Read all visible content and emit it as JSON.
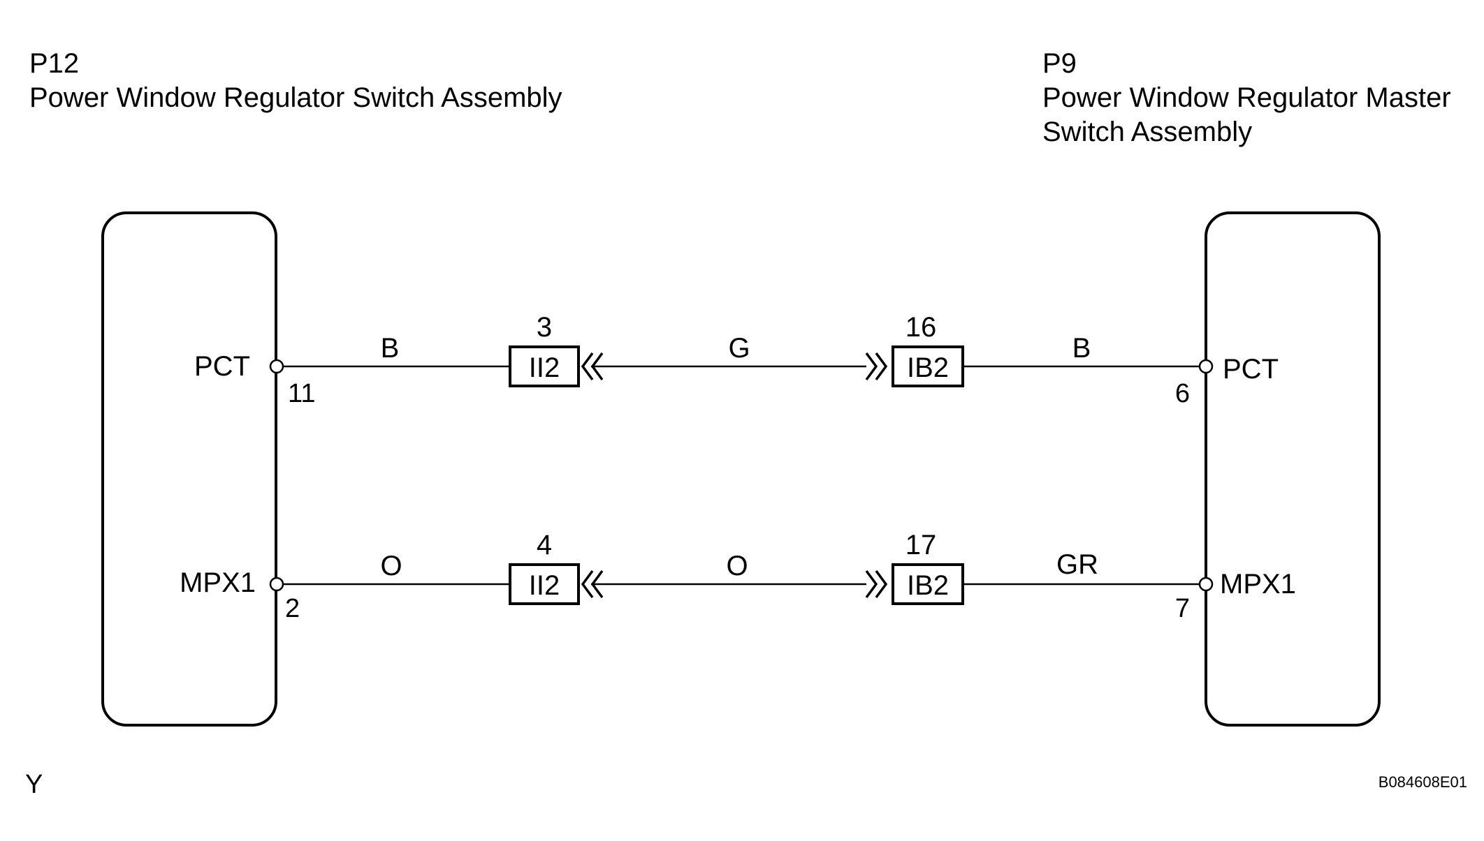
{
  "left_component": {
    "code": "P12",
    "name": "Power Window Regulator Switch Assembly"
  },
  "right_component": {
    "code": "P9",
    "name_line1": "Power Window Regulator Master",
    "name_line2": "Switch Assembly"
  },
  "circuits": [
    {
      "left_terminal": "PCT",
      "left_pin": "11",
      "left_wire": "B",
      "conn1_name": "II2",
      "conn1_pin": "3",
      "mid_wire": "G",
      "conn2_name": "IB2",
      "conn2_pin": "16",
      "right_wire": "B",
      "right_terminal": "PCT",
      "right_pin": "6"
    },
    {
      "left_terminal": "MPX1",
      "left_pin": "2",
      "left_wire": "O",
      "conn1_name": "II2",
      "conn1_pin": "4",
      "mid_wire": "O",
      "conn2_name": "IB2",
      "conn2_pin": "17",
      "right_wire": "GR",
      "right_terminal": "MPX1",
      "right_pin": "7"
    }
  ],
  "footer": {
    "left_mark": "Y",
    "figure_code": "B084608E01"
  }
}
